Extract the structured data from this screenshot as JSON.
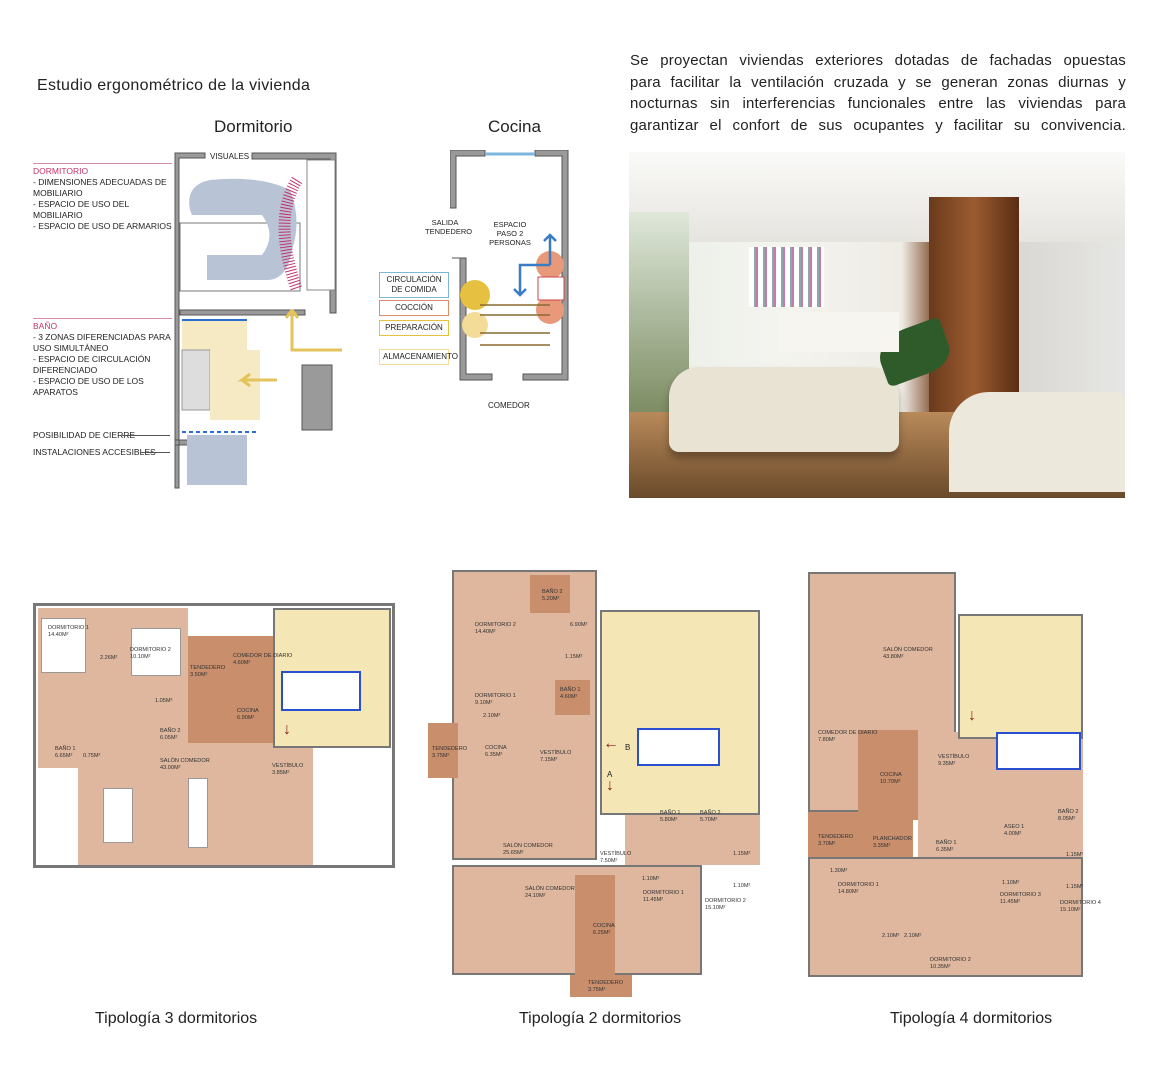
{
  "title": "Estudio ergonométrico de la vivienda",
  "dormitorio_heading": "Dormitorio",
  "cocina_heading": "Cocina",
  "description": [
    "Se proyectan viviendas exteriores dotadas de fachadas opuestas",
    "para facilitar la ventilación cruzada y se generan zonas diurnas y",
    "nocturnas sin interferencias funcionales entre las viviendas para",
    "garantizar el confort de sus ocupantes y facilitar su convivencia."
  ],
  "dorm_notes": {
    "dormitorio_title": "DORMITORIO",
    "dormitorio_items": [
      "- DIMENSIONES ADECUADAS DE MOBILIARIO",
      "- ESPACIO DE USO DEL MOBILIARIO",
      "- ESPACIO DE USO DE ARMARIOS"
    ],
    "bano_title": "BAÑO",
    "bano_items": [
      "- 3 ZONAS DIFERENCIADAS PARA USO SIMULTÁNEO",
      "- ESPACIO DE CIRCULACIÓN DIFERENCIADO",
      "- ESPACIO DE USO DE LOS APARATOS"
    ],
    "cierre": "POSIBILIDAD DE CIERRE",
    "instalaciones": "INSTALACIONES ACCESIBLES",
    "visuales": "VISUALES"
  },
  "kitchen": {
    "salida": "SALIDA TENDEDERO",
    "espacio": "ESPACIO PASO 2 PERSONAS",
    "comedor": "COMEDOR",
    "legend": [
      {
        "label": "CIRCULACIÓN DE COMIDA",
        "color": "#7fb6dc"
      },
      {
        "label": "COCCIÓN",
        "color": "#e08a6a"
      },
      {
        "label": "PREPARACIÓN",
        "color": "#e6c040"
      },
      {
        "label": "ALMACENAMIENTO",
        "color": "#f2dc98"
      }
    ]
  },
  "plans": {
    "p3": {
      "caption": "Tipología 3 dormitorios",
      "rooms": [
        {
          "name": "DORMITORIO 1",
          "area": "14.40m²"
        },
        {
          "name": "DORMITORIO 2",
          "area": "10.10m²"
        },
        {
          "name": "",
          "area": "2.26m²"
        },
        {
          "name": "TENDEDERO",
          "area": "3.50m²"
        },
        {
          "name": "COMEDOR DE DIARIO",
          "area": "4.60m²"
        },
        {
          "name": "COCINA",
          "area": "6.90m²"
        },
        {
          "name": "",
          "area": "1.05m²"
        },
        {
          "name": "BAÑO 2",
          "area": "6.05m²"
        },
        {
          "name": "BAÑO 1",
          "area": "6.65m²"
        },
        {
          "name": "",
          "area": "0.75m²"
        },
        {
          "name": "SALÓN COMEDOR",
          "area": "43.00m²"
        },
        {
          "name": "VESTÍBULO",
          "area": "3.85m²"
        }
      ]
    },
    "p2": {
      "caption": "Tipología 2 dormitorios",
      "marker_a": "A",
      "marker_b": "B",
      "rooms": [
        {
          "name": "DORMITORIO 2",
          "area": "14.40m²"
        },
        {
          "name": "BAÑO 2",
          "area": "5.20m²"
        },
        {
          "name": "",
          "area": "6.90m²"
        },
        {
          "name": "",
          "area": "1.15m²"
        },
        {
          "name": "DORMITORIO 1",
          "area": "9.10m²"
        },
        {
          "name": "BAÑO 1",
          "area": "4.60m²"
        },
        {
          "name": "",
          "area": "2.10m²"
        },
        {
          "name": "TENDEDERO",
          "area": "3.75m²"
        },
        {
          "name": "COCINA",
          "area": "6.35m²"
        },
        {
          "name": "VESTÍBULO",
          "area": "7.15m²"
        },
        {
          "name": "SALÓN COMEDOR",
          "area": "25.65m²"
        },
        {
          "name": "VESTÍBULO",
          "area": "7.50m²"
        },
        {
          "name": "BAÑO 1",
          "area": "5.80m²"
        },
        {
          "name": "BAÑO 2",
          "area": "5.70m²"
        },
        {
          "name": "",
          "area": "1.10m²"
        },
        {
          "name": "DORMITORIO 1",
          "area": "11.45m²"
        },
        {
          "name": "DORMITORIO 2",
          "area": "15.10m²"
        },
        {
          "name": "SALÓN COMEDOR",
          "area": "24.10m²"
        },
        {
          "name": "COCINA",
          "area": "6.25m²"
        },
        {
          "name": "TENDEDERO",
          "area": "3.75m²"
        },
        {
          "name": "",
          "area": "1.15m²"
        },
        {
          "name": "",
          "area": "1.10m²"
        }
      ]
    },
    "p4": {
      "caption": "Tipología 4 dormitorios",
      "rooms": [
        {
          "name": "SALÓN COMEDOR",
          "area": "43.80m²"
        },
        {
          "name": "COMEDOR DE DIARIO",
          "area": "7.80m²"
        },
        {
          "name": "COCINA",
          "area": "10.70m²"
        },
        {
          "name": "VESTÍBULO",
          "area": "9.35m²"
        },
        {
          "name": "TENDEDERO",
          "area": "3.70m²"
        },
        {
          "name": "PLANCHADOR",
          "area": "3.35m²"
        },
        {
          "name": "BAÑO 1",
          "area": "6.35m²"
        },
        {
          "name": "ASEO 1",
          "area": "4.00m²"
        },
        {
          "name": "BAÑO 2",
          "area": "8.05m²"
        },
        {
          "name": "",
          "area": "1.30m²"
        },
        {
          "name": "DORMITORIO 1",
          "area": "14.80m²"
        },
        {
          "name": "",
          "area": "1.10m²"
        },
        {
          "name": "DORMITORIO 3",
          "area": "11.45m²"
        },
        {
          "name": "DORMITORIO 4",
          "area": "15.10m²"
        },
        {
          "name": "",
          "area": "2.10m²"
        },
        {
          "name": "",
          "area": "2.10m²"
        },
        {
          "name": "DORMITORIO 2",
          "area": "10.35m²"
        },
        {
          "name": "",
          "area": "1.15m²"
        },
        {
          "name": "",
          "area": "1.15m²"
        }
      ]
    }
  },
  "colors": {
    "room": "#deb79e",
    "wet": "#c98e6c",
    "core": "#f5e7b5",
    "wall": "#9a9a9a",
    "lift": "#2a4fd0",
    "arrow": "#8a1a1a"
  }
}
